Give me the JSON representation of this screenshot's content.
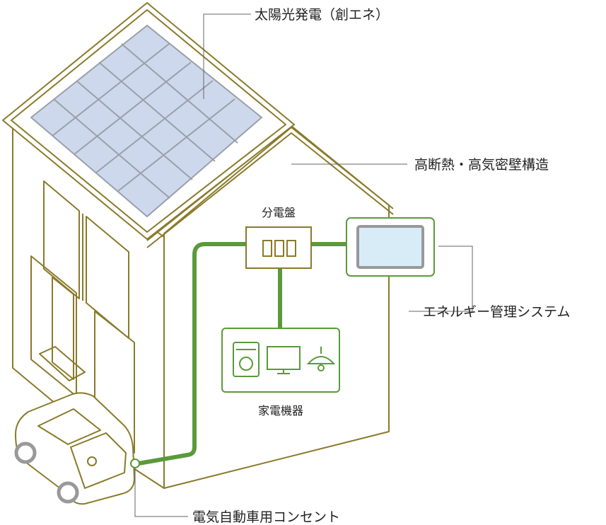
{
  "labels": {
    "solar": "太陽光発電（創エネ）",
    "insulation": "高断熱・高気密壁構造",
    "distribution_board": "分電盤",
    "hems": "エネルギー管理システム",
    "appliances": "家電機器",
    "ev_outlet": "電気自動車用コンセント"
  },
  "colors": {
    "outline": "#8a7a2a",
    "green": "#5a9a3a",
    "panel_fill": "#cdd8ec",
    "panel_grid": "#9aa0aa",
    "screen_fill": "#d8ecf8",
    "leader": "#666666"
  },
  "icons": [
    "solar-panel-icon",
    "distribution-board-icon",
    "tablet-monitor-icon",
    "washing-machine-icon",
    "television-icon",
    "ceiling-lamp-icon",
    "electric-car-icon",
    "outlet-icon"
  ]
}
